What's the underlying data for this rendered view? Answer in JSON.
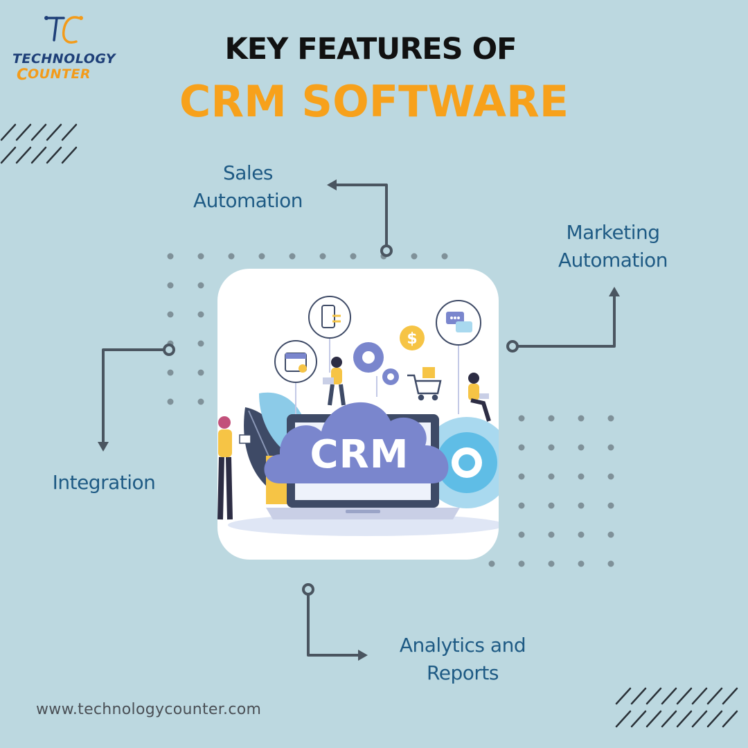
{
  "logo": {
    "line1": "TECHNOLOGY",
    "line2": "OUNTER"
  },
  "heading": {
    "line1": "KEY FEATURES OF",
    "line2": "CRM SOFTWARE"
  },
  "features": {
    "sales": "Sales\nAutomation",
    "marketing": "Marketing\nAutomation",
    "integration": "Integration",
    "analytics": "Analytics and\nReports"
  },
  "illustration": {
    "label": "CRM",
    "dollar": "$"
  },
  "footer": {
    "url": "www.technologycounter.com"
  },
  "colors": {
    "background": "#bcd8e0",
    "title": "#111111",
    "accent": "#f7a11b",
    "feature_text": "#1e5a84",
    "connector": "#4a5560"
  }
}
